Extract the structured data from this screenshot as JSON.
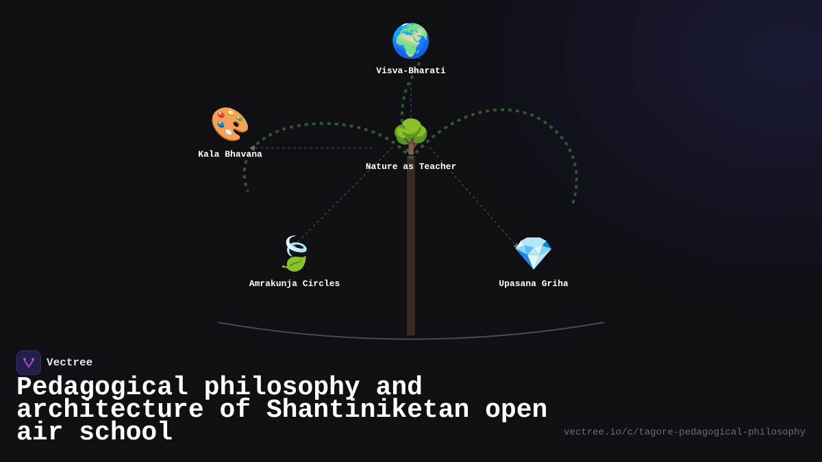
{
  "diagram": {
    "nodes": [
      {
        "id": "visva-bharati",
        "label": "Visva-Bharati",
        "icon": "globe-icon",
        "emoji": "🌍"
      },
      {
        "id": "kala-bhavana",
        "label": "Kala Bhavana",
        "icon": "palette-icon",
        "emoji": "🎨"
      },
      {
        "id": "nature-as-teacher",
        "label": "Nature as Teacher",
        "icon": "tree-icon",
        "emoji": "🌳"
      },
      {
        "id": "amrakunja-circles",
        "label": "Amrakunja Circles",
        "icon": "leaves-icon",
        "emoji": "🍃"
      },
      {
        "id": "upasana-griha",
        "label": "Upasana Griha",
        "icon": "gem-icon",
        "emoji": "💎"
      }
    ],
    "edges": [
      {
        "from": "nature-as-teacher",
        "to": "visva-bharati"
      },
      {
        "from": "nature-as-teacher",
        "to": "kala-bhavana"
      },
      {
        "from": "nature-as-teacher",
        "to": "amrakunja-circles"
      },
      {
        "from": "nature-as-teacher",
        "to": "upasana-griha"
      }
    ],
    "colors": {
      "trunk": "#3a2a22",
      "vine": "#2f5a2a",
      "edge": "#5a5a60",
      "ground": "#4a4a50"
    }
  },
  "brand": {
    "name": "Vectree",
    "accent": "#b04ad8"
  },
  "title": "Pedagogical philosophy and architecture of Shantiniketan open air school",
  "url": "vectree.io/c/tagore-pedagogical-philosophy"
}
